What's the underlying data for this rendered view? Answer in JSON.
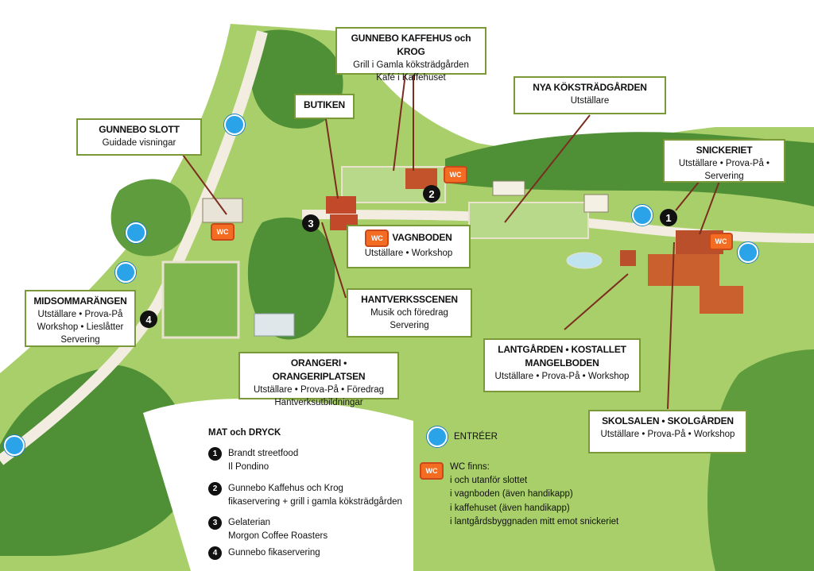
{
  "colors": {
    "entrance": "#2aa3e8",
    "wc": "#f36c21",
    "box_border": "#7a9a3a",
    "grass": "#a8cf6a",
    "path": "#f2ede0"
  },
  "labels": {
    "slott": {
      "title": "GUNNEBO SLOTT",
      "lines": [
        "Guidade visningar"
      ]
    },
    "butiken": {
      "title": "BUTIKEN",
      "lines": []
    },
    "kaffehus": {
      "title": "GUNNEBO KAFFEHUS och KROG",
      "lines": [
        "Grill i Gamla köksträdgården",
        "Kafé i Kaffehuset"
      ]
    },
    "nya": {
      "title": "NYA KÖKSTRÄDGÅRDEN",
      "lines": [
        "Utställare"
      ]
    },
    "snickeriet": {
      "title": "SNICKERIET",
      "lines": [
        "Utställare • Prova-På •",
        "Servering"
      ]
    },
    "vagnboden": {
      "title": "VAGNBODEN",
      "lines": [
        "Utställare •  Workshop"
      ]
    },
    "hantverk": {
      "title": "HANTVERKSSCENEN",
      "lines": [
        "Musik och föredrag",
        "Servering"
      ]
    },
    "midsommar": {
      "title": "MIDSOMMARÄNGEN",
      "lines": [
        "Utställare • Prova-På",
        "Workshop • Lieslåtter",
        "Servering"
      ]
    },
    "orangeri": {
      "title": "ORANGERI • ORANGERIPLATSEN",
      "lines": [
        "Utställare • Prova-På • Föredrag",
        "Hantverksutbildningar"
      ]
    },
    "langarden": {
      "title": "LANTGÅRDEN • KOSTALLET",
      "title2": "MANGELBODEN",
      "lines": [
        "Utställare • Prova-På • Workshop"
      ]
    },
    "skolsalen": {
      "title": "SKOLSALEN • SKOLGÅRDEN",
      "lines": [
        "Utställare • Prova-På • Workshop"
      ]
    }
  },
  "markers": {
    "n1": "1",
    "n2": "2",
    "n3": "3",
    "n4": "4",
    "wc": "WC"
  },
  "legend": {
    "food_header": "MAT och DRYCK",
    "food": [
      {
        "num": "1",
        "lines": [
          "Brandt streetfood",
          "Il Pondino"
        ]
      },
      {
        "num": "2",
        "lines": [
          "Gunnebo Kaffehus och Krog",
          "fikaservering + grill i gamla köksträdgården"
        ]
      },
      {
        "num": "3",
        "lines": [
          "Gelaterian",
          "Morgon Coffee Roasters"
        ]
      },
      {
        "num": "4",
        "lines": [
          "Gunnebo fikaservering"
        ]
      }
    ],
    "entrances": "ENTRÉER",
    "wc_icon": "WC",
    "wc_lines": [
      "WC finns:",
      "i och utanför slottet",
      "i vagnboden (även handikapp)",
      "i kaffehuset (även handikapp)",
      "i lantgårdsbyggnaden mitt emot snickeriet"
    ]
  }
}
